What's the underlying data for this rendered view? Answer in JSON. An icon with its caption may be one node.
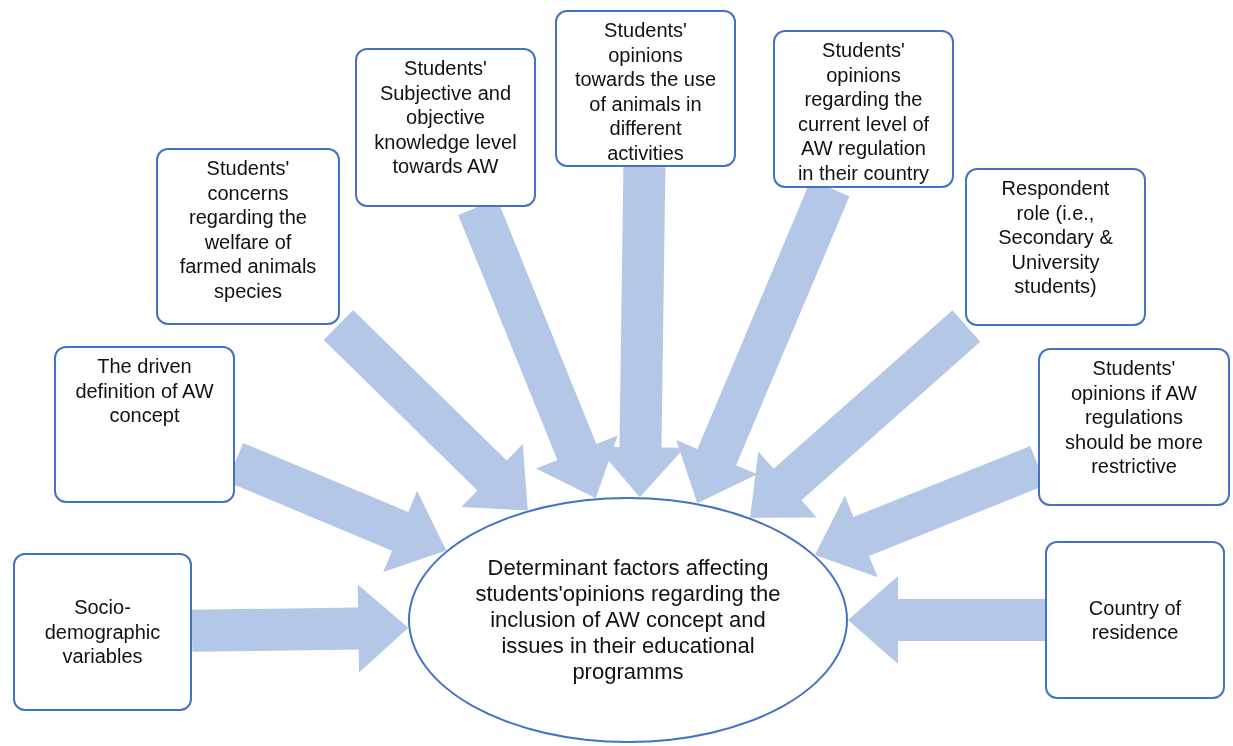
{
  "diagram": {
    "nodes": [
      {
        "text": [
          "Socio-demographic variables"
        ]
      },
      {
        "text": [
          "The  driven definition of AW concept"
        ]
      },
      {
        "text": [
          "Students' concerns regarding the welfare of farmed animals species"
        ]
      },
      {
        "text": [
          "Students' Subjective and objective knowledge level towards AW"
        ]
      },
      {
        "text": [
          "Students' opinions towards the use of animals in different activities"
        ]
      },
      {
        "text": [
          "Students' opinions regarding the current level of AW regulation in their country"
        ]
      },
      {
        "text": [
          "Respondent role (i.e., Secondary & University students)"
        ]
      },
      {
        "text": [
          "Students' opinions if AW regulations should be more restrictive"
        ]
      },
      {
        "text": [
          "Country of residence"
        ]
      },
      {
        "text": [
          "Determinant factors affecting students'opinions regarding the inclusion of AW concept and issues in their educational programms"
        ]
      }
    ],
    "edges": [
      {
        "from": 0,
        "to": 9,
        "arrow": "to"
      },
      {
        "from": 1,
        "to": 9,
        "arrow": "to"
      },
      {
        "from": 2,
        "to": 9,
        "arrow": "to"
      },
      {
        "from": 3,
        "to": 9,
        "arrow": "to"
      },
      {
        "from": 4,
        "to": 9,
        "arrow": "to"
      },
      {
        "from": 5,
        "to": 9,
        "arrow": "to"
      },
      {
        "from": 6,
        "to": 9,
        "arrow": "to"
      },
      {
        "from": 7,
        "to": 9,
        "arrow": "to"
      },
      {
        "from": 8,
        "to": 9,
        "arrow": "to"
      }
    ]
  }
}
